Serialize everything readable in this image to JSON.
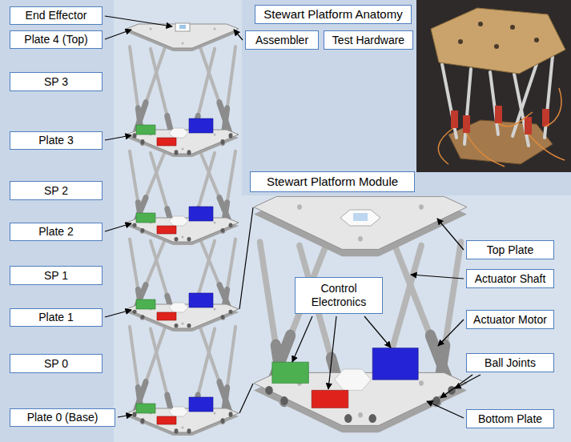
{
  "diagram": {
    "title": "Stewart Platform Anatomy",
    "nodes": [
      {
        "text": [
          "End Effector"
        ]
      },
      {
        "text": [
          "Plate 4 (Top)"
        ]
      },
      {
        "text": [
          "SP 3"
        ]
      },
      {
        "text": [
          "Plate 3"
        ]
      },
      {
        "text": [
          "SP 2"
        ]
      },
      {
        "text": [
          "Plate 2"
        ]
      },
      {
        "text": [
          "SP 1"
        ]
      },
      {
        "text": [
          "Plate 1"
        ]
      },
      {
        "text": [
          "SP 0"
        ]
      },
      {
        "text": [
          "Plate 0 (Base)"
        ]
      },
      {
        "text": [
          "Assembler"
        ]
      },
      {
        "text": [
          "Test Hardware"
        ]
      },
      {
        "text": [
          "Stewart Platform Module"
        ]
      },
      {
        "text": [
          "Top Plate"
        ]
      },
      {
        "text": [
          "Actuator Shaft"
        ]
      },
      {
        "text": [
          "Control Electronics"
        ]
      },
      {
        "text": [
          "Actuator Motor"
        ]
      },
      {
        "text": [
          "Ball Joints"
        ]
      },
      {
        "text": [
          "Bottom Plate"
        ]
      }
    ]
  }
}
